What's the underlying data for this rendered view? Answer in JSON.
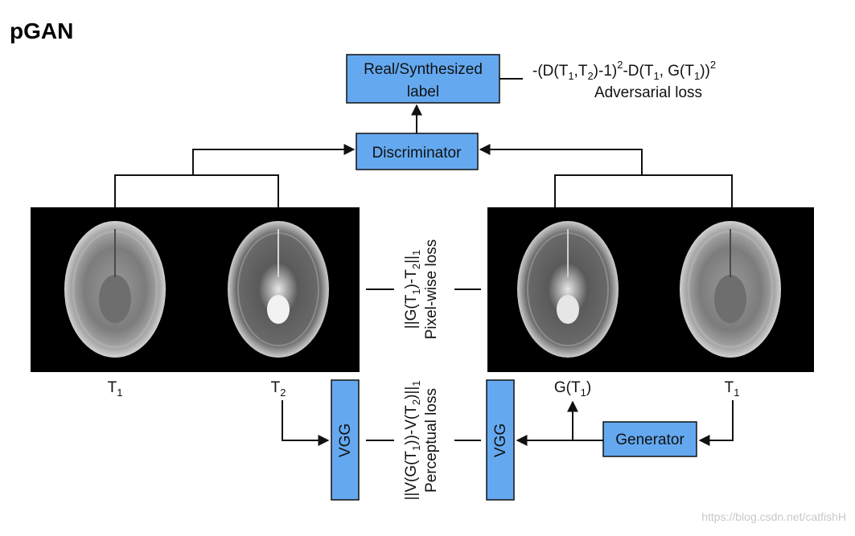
{
  "title": "pGAN",
  "boxes": {
    "label_line1": "Real/Synthesized",
    "label_line2": "label",
    "discriminator": "Discriminator",
    "generator": "Generator",
    "vgg_left": "VGG",
    "vgg_right": "VGG"
  },
  "adversarial": {
    "formula": {
      "p1": "-(D(T",
      "s1": "1",
      "p2": ",T",
      "s2": "2",
      "p3": ")-1)",
      "e1": "2",
      "p4": "-D(T",
      "s3": "1",
      "p5": ", G(T",
      "s4": "1",
      "p6": "))",
      "e2": "2"
    },
    "name": "Adversarial loss"
  },
  "pixel": {
    "formula": {
      "p1": "||G(T",
      "s1": "1",
      "p2": ")-T",
      "s2": "2",
      "p3": "||",
      "s3": "1"
    },
    "name": "Pixel-wise loss"
  },
  "perceptual": {
    "formula": {
      "p1": "||V(G(T",
      "s1": "1",
      "p2": "))-V(T",
      "s2": "2",
      "p3": ")||",
      "s3": "1"
    },
    "name": "Perceptual loss"
  },
  "image_labels": {
    "t1_left": {
      "base": "T",
      "sub": "1"
    },
    "t2_left": {
      "base": "T",
      "sub": "2"
    },
    "g_t1": {
      "base": "G(T",
      "sub": "1",
      "tail": ")"
    },
    "t1_right": {
      "base": "T",
      "sub": "1"
    }
  },
  "watermark": "https://blog.csdn.net/catfishH",
  "colors": {
    "box_fill": "#64a9f0",
    "panel": "#000000",
    "line": "#111111"
  }
}
